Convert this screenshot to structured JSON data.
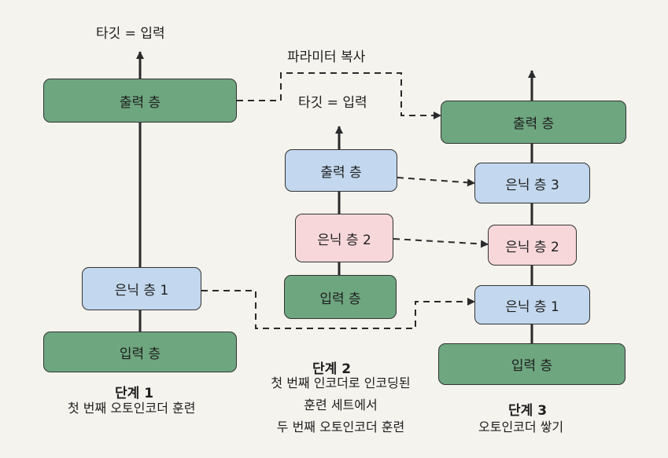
{
  "stage1": {
    "target_label": "타깃 = 입력",
    "output_layer": "출력 층",
    "hidden_layer": "은닉 층 1",
    "input_layer": "입력 층",
    "step_title": "단계 1",
    "caption": [
      "첫 번째 오토인코더 훈련"
    ]
  },
  "stage2": {
    "param_copy_label": "파라미터 복사",
    "target_label": "타깃 = 입력",
    "output_layer": "출력 층",
    "hidden_layer": "은닉 층 2",
    "input_layer": "입력 층",
    "step_title": "단계 2",
    "caption": [
      "첫 번째 인코더로 인코딩된",
      "훈련 세트에서",
      "두 번째 오토인코더 훈련"
    ]
  },
  "stage3": {
    "output_layer": "출력 층",
    "hidden_layer_3": "은닉 층 3",
    "hidden_layer_2": "은닉 층 2",
    "hidden_layer_1": "은닉 층 1",
    "input_layer": "입력 층",
    "step_title": "단계 3",
    "caption": [
      "오토인코더 쌓기"
    ]
  },
  "colors": {
    "input_output_layer": "#6ea67f",
    "hidden_layer_1_3": "#c3d8ee",
    "hidden_layer_2": "#f7d7da"
  }
}
